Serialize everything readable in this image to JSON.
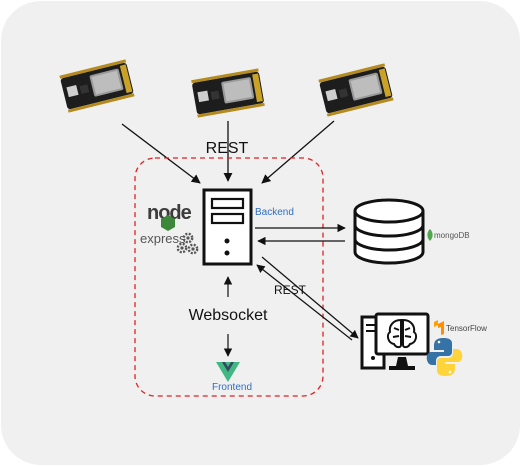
{
  "labels": {
    "rest_top": "REST",
    "backend": "Backend",
    "websocket": "Websocket",
    "frontend": "Frontend",
    "rest_ml": "REST",
    "node": "node",
    "express": "express",
    "mongodb": "mongoDB",
    "tensorflow": "TensorFlow"
  },
  "colors": {
    "background": "#f0f0f0",
    "dashed_border": "#e02020",
    "backend_text": "#2f6fbf",
    "frontend_text": "#2f6fbf",
    "node_green": "#3c873a",
    "vue_green": "#41b883",
    "vue_dark": "#35495e",
    "mongo_green": "#4fa94d",
    "tensorflow_orange": "#ff8f00",
    "python_blue": "#3572a5",
    "python_yellow": "#ffd43b"
  },
  "icons": [
    "esp32-board-icon",
    "server-icon",
    "database-icon",
    "ml-workstation-icon",
    "node-logo-icon",
    "express-logo-icon",
    "gear-icon",
    "mongodb-leaf-icon",
    "vue-logo-icon",
    "tensorflow-logo-icon",
    "python-logo-icon"
  ]
}
